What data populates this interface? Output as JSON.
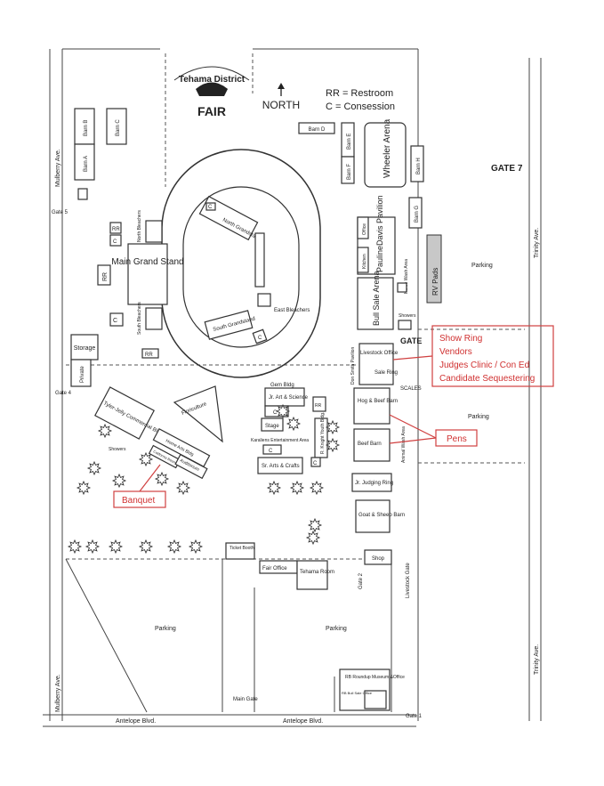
{
  "map": {
    "logo": {
      "line1": "Tehama District",
      "line2": "FAIR"
    },
    "north_label": "NORTH",
    "legend": {
      "restroom": "RR = Restroom",
      "concession": "C  = Consession"
    },
    "gates": {
      "gate7": "GATE 7",
      "gate5": "Gate 5",
      "gate4": "Gate 4",
      "gate": "GATE",
      "gate2": "Gate 2",
      "gate1": "Gate 1",
      "main_gate": "Main Gate",
      "livestock_gate": "Livestock Gate"
    },
    "streets": {
      "mulberry_top": "Mulberry Ave.",
      "mulberry_bottom": "Mulberry Ave.",
      "trinity_top": "Trinity Ave.",
      "trinity_bottom": "Trinity Ave.",
      "antelope_left": "Antelope Blvd.",
      "antelope_right": "Antelope Blvd."
    },
    "barns": {
      "barn_a": "Barn A",
      "barn_b": "Barn B",
      "barn_c": "Barn C",
      "barn_d": "Barn D",
      "barn_e": "Barn E",
      "barn_f": "Barn F",
      "barn_g": "Barn G",
      "barn_h": "Barn H"
    },
    "buildings": {
      "wheeler_arena": "Wheeler Arena",
      "pauline_davis": "PaulineDavis Pavilion",
      "office": "Office",
      "kitchen": "Kitchen",
      "bull_sale_arena": "Bull Sale Arena",
      "horse_wash": "Horse Wash Area",
      "rv_pads": "RV Pads",
      "showers_right": "Showers",
      "north_grandstand": "North Grandstand",
      "south_grandstand": "South Grandstand",
      "east_bleachers": "East Bleachers",
      "north_bleachers": "North Bleachers",
      "south_bleachers": "South Bleachers",
      "main_grand_stand": "Main Grand Stand",
      "storage": "Storage",
      "private": "Private",
      "livestock_office": "Livestock Office",
      "sale_ring": "Sale Ring",
      "don_smith": "Don Smith Pavilion",
      "scales": "SCALES",
      "hog_beef_barn": "Hog & Beef Barn",
      "beef_barn": "Beef Barn",
      "animal_wash": "Animal Wash Area",
      "jr_judging_ring": "Jr. Judging Ring",
      "goat_sheep_barn": "Goat & Sheep Barn",
      "shop": "Shop",
      "gem_bldg": "Gem Bldg",
      "jr_art_science": "Jr. Art & Science",
      "stage": "Stage",
      "karaliens": "Karaliens Entertainment Area",
      "knight_youth": "R. Knight Youth Bldg.",
      "sr_arts_crafts": "Sr. Arts & Crafts",
      "floriculture": "Floriculture",
      "tyler_jelly": "Tyler-Jelly Commercial Bldg",
      "home_arts": "Home Arts Bldg",
      "california_room": "California Room",
      "auditorium": "Auditorium",
      "showers_left": "Showers",
      "ticket_booth": "Ticket Booth",
      "fair_office": "Fair Office",
      "tehama_room": "Tehama Room",
      "rb_roundup_museum": "RB Roundup Museum &Office",
      "rb_bull_sale_office": "RB Bull Sale Office"
    },
    "parking": [
      "Parking",
      "Parking",
      "Parking",
      "Parking"
    ],
    "small": {
      "rr": "RR",
      "c": "C"
    },
    "annotations": {
      "ring_lines": [
        "Show Ring",
        "Vendors",
        "Judges Clinic / Con Ed",
        "Candidate Sequestering"
      ],
      "pens": "Pens",
      "banquet": "Banquet"
    },
    "colors": {
      "annotation": "#d03030",
      "line": "#333333"
    }
  }
}
